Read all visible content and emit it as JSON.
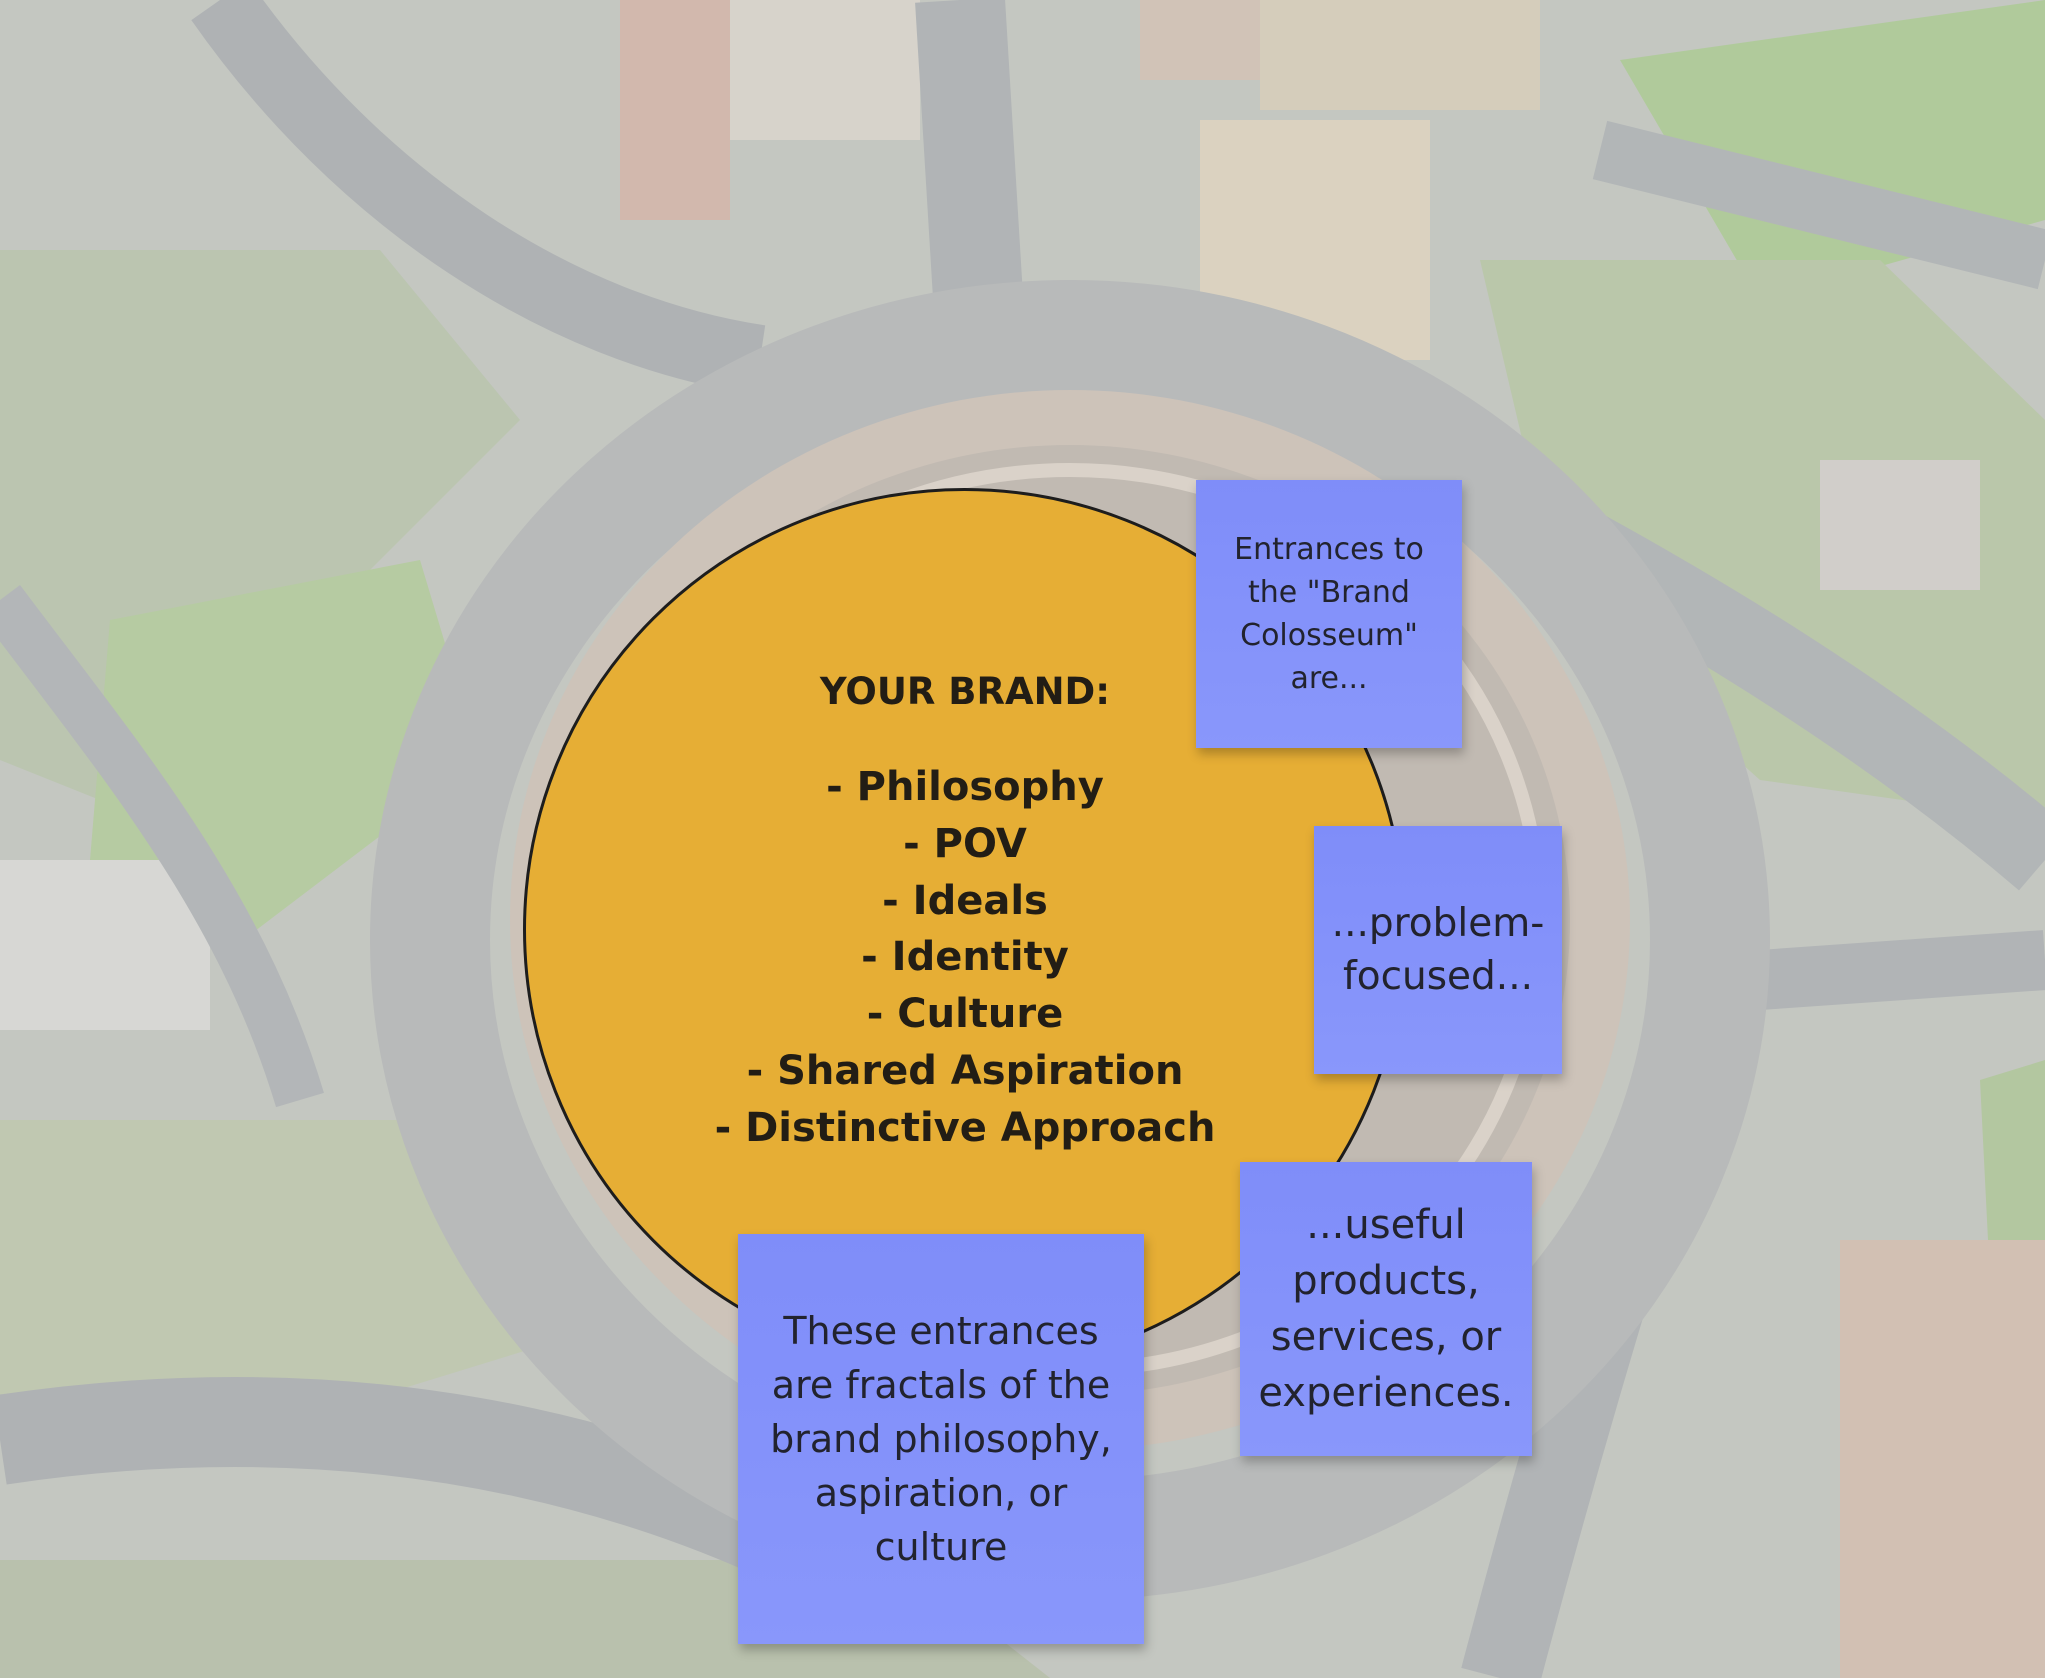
{
  "brand": {
    "title": "YOUR BRAND:",
    "items": [
      "- Philosophy",
      "- POV",
      "- Ideals",
      "- Identity",
      "- Culture",
      "- Shared Aspiration",
      "- Distinctive Approach"
    ]
  },
  "notes": {
    "entrances": "Entrances to the \"Brand Colosseum\" are...",
    "problem": "...problem-focused...",
    "useful": "...useful products, services, or experiences.",
    "fractals": "These entrances are fractals of the brand philosophy, aspiration, or culture"
  },
  "colors": {
    "circle": "#e6ae35",
    "sticky": "#8391fa",
    "text": "#221d15"
  }
}
